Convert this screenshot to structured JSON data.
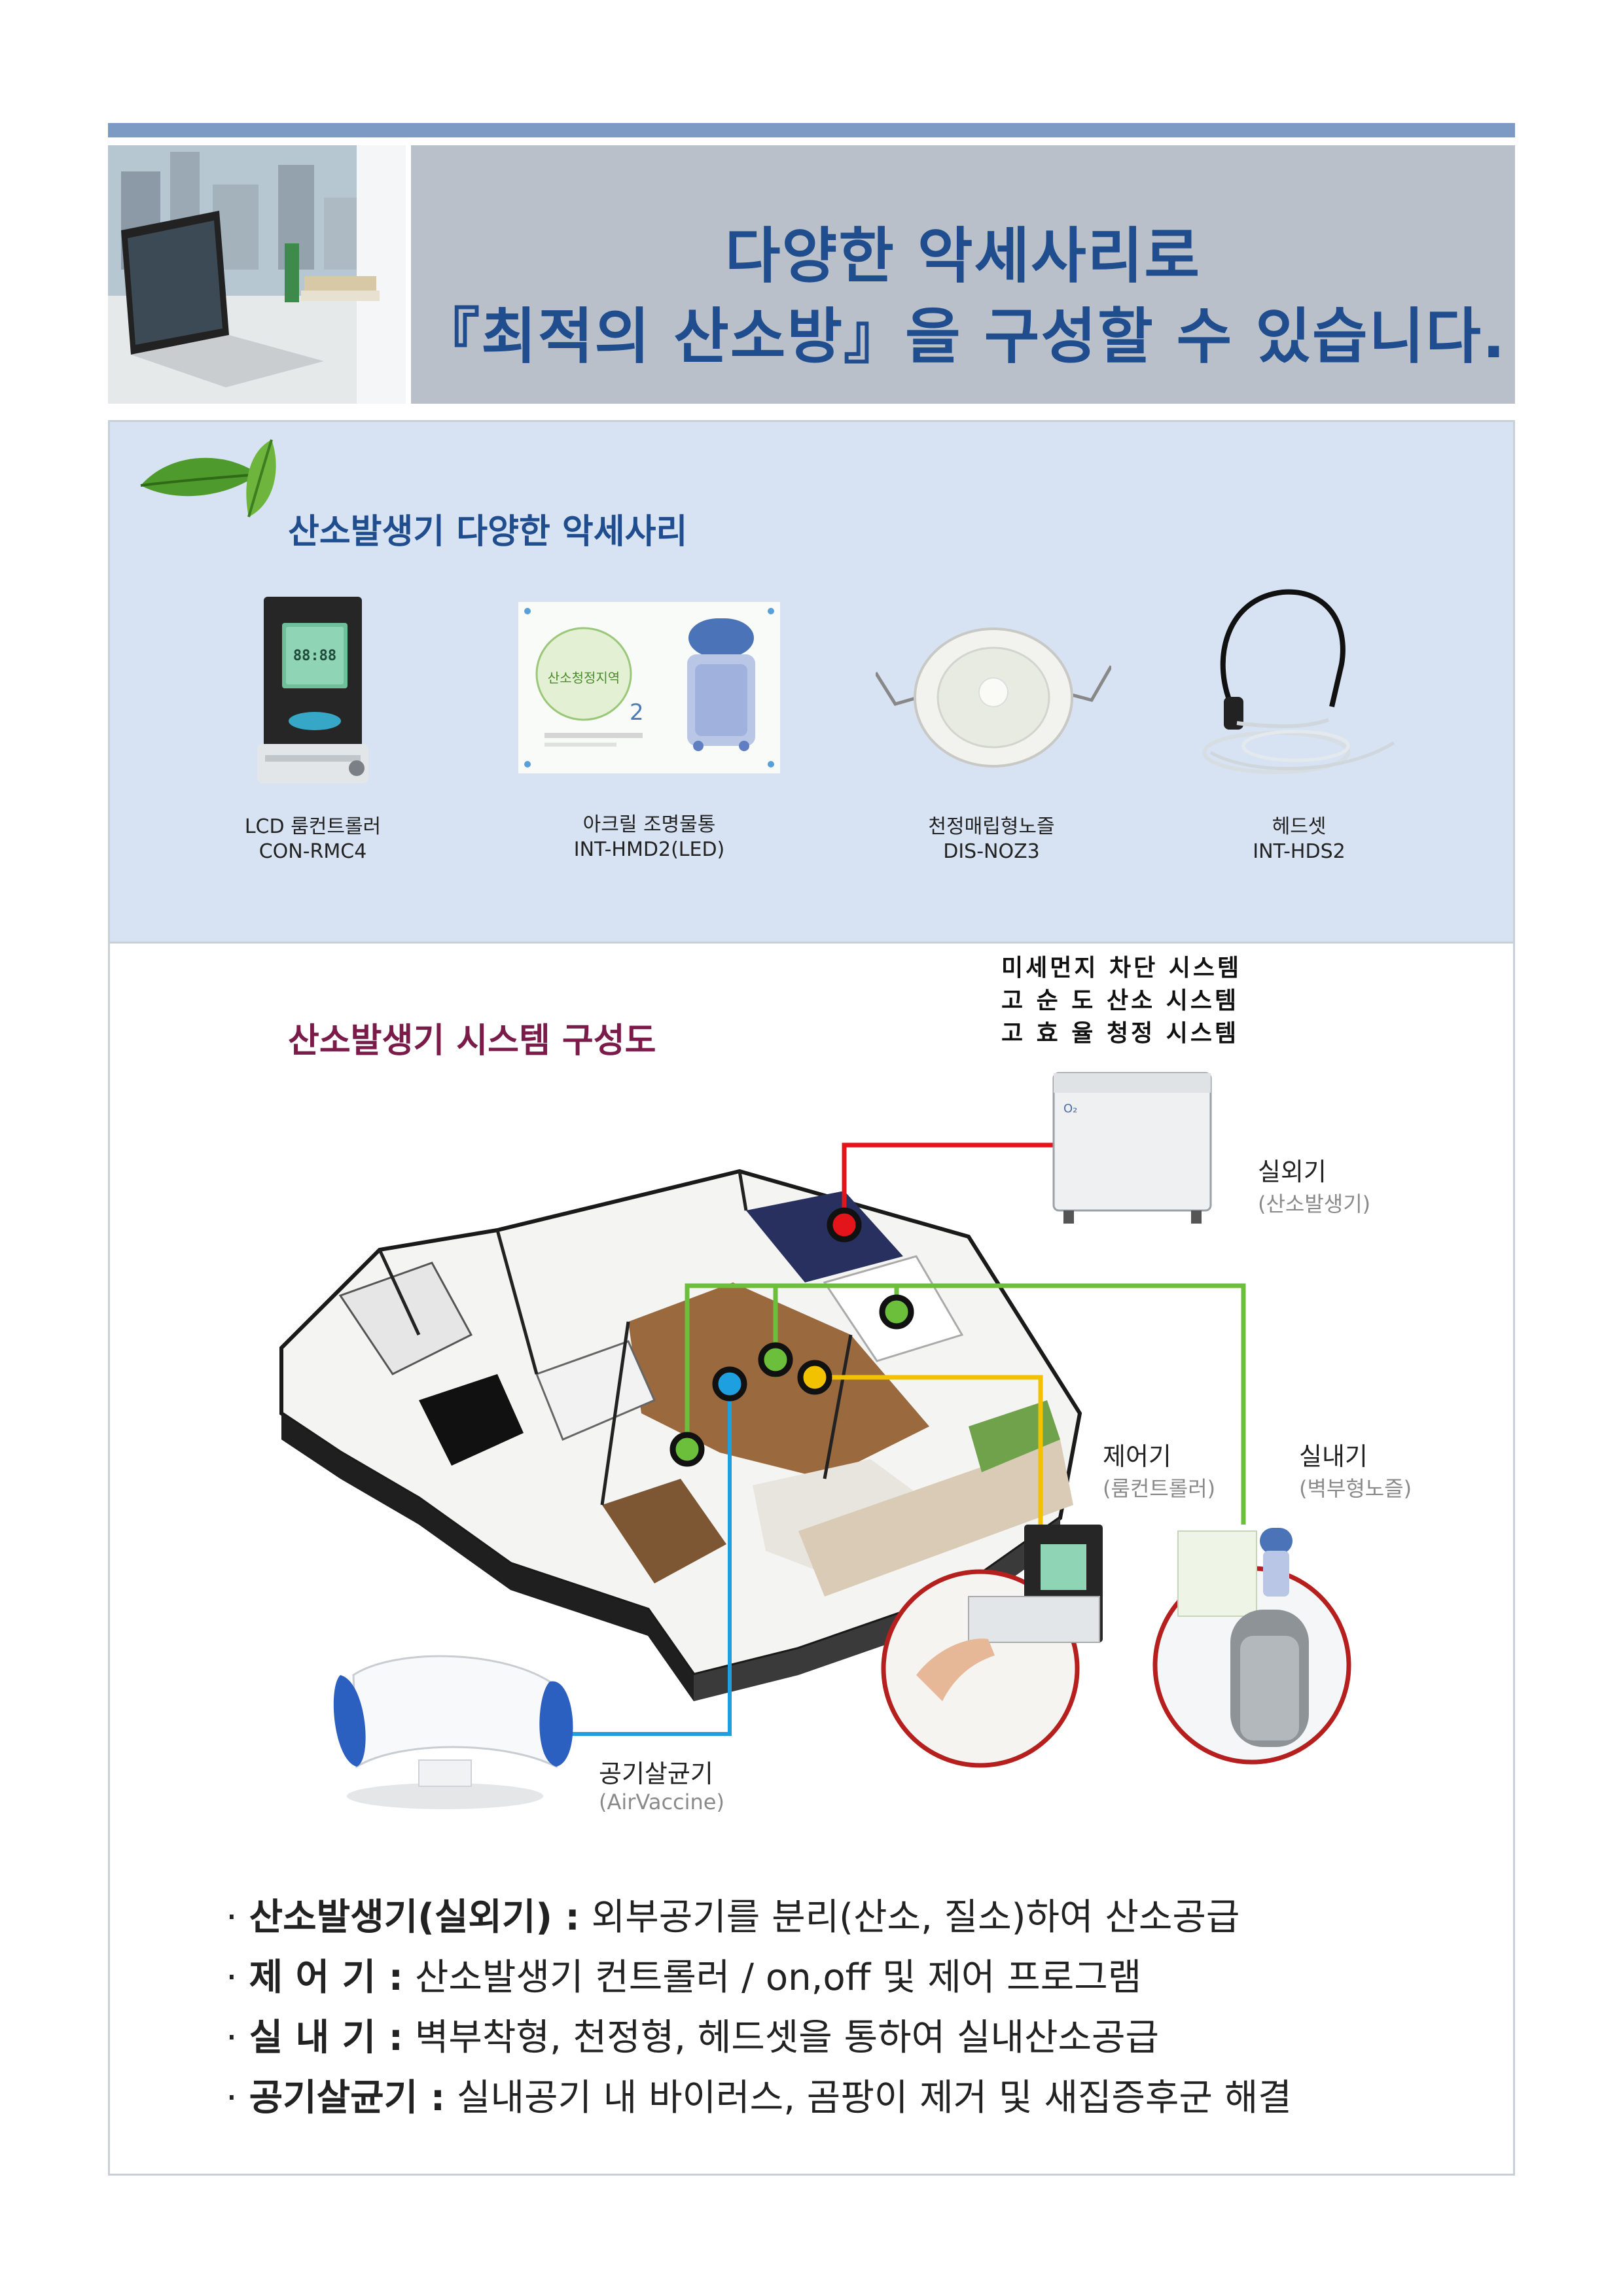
{
  "header": {
    "line1": "다양한 악세사리로",
    "line2": "『최적의 산소방』을 구성할 수 있습니다."
  },
  "accessories": {
    "title": "산소발생기 다양한 악세사리",
    "items": [
      {
        "name": "LCD 룸컨트롤러",
        "model": "CON-RMC4"
      },
      {
        "name": "아크릴 조명물통",
        "model": "INT-HMD2(LED)"
      },
      {
        "name": "천정매립형노즐",
        "model": "DIS-NOZ3"
      },
      {
        "name": "헤드셋",
        "model": "INT-HDS2"
      }
    ],
    "screen_text": "88:88",
    "card_text": "산소청정지역"
  },
  "system": {
    "title": "산소발생기 시스템 구성도",
    "slogans": [
      "미세먼지 차단 시스템",
      "고 순 도  산소 시스템",
      "고 효 율  청정 시스템"
    ],
    "outdoor": {
      "label": "실외기",
      "sub": "(산소발생기)"
    },
    "controller": {
      "label": "제어기",
      "sub": "(룸컨트롤러)"
    },
    "indoor": {
      "label": "실내기",
      "sub": "(벽부형노즐)"
    },
    "sterilizer": {
      "label": "공기살균기",
      "sub": "(AirVaccine)"
    },
    "line_colors": {
      "outdoor": "#e4141b",
      "indoor": "#6bbf3a",
      "controller": "#f2c200",
      "sterilizer": "#1e9fe0"
    }
  },
  "bullets": [
    {
      "term": "산소발생기(실외기) :",
      "desc": "외부공기를 분리(산소, 질소)하여 산소공급"
    },
    {
      "term": "제 어 기 :",
      "desc": "산소발생기 컨트롤러 / on,off 및 제어 프로그램"
    },
    {
      "term": "실 내 기 :",
      "desc": "벽부착형, 천정형, 헤드셋을 통하여 실내산소공급"
    },
    {
      "term": "공기살균기 :",
      "desc": "실내공기 내 바이러스, 곰팡이 제거 및 새집증후군 해결"
    }
  ]
}
